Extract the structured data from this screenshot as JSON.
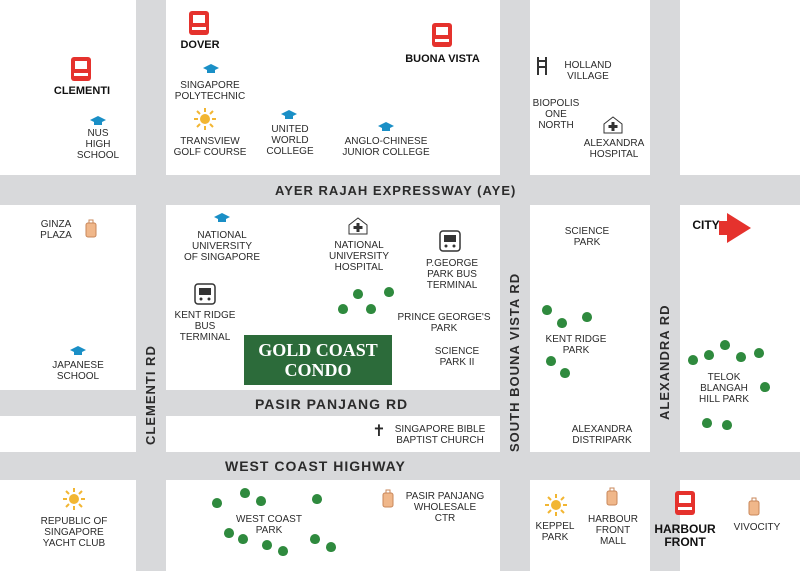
{
  "highlight": {
    "line1": "GOLD COAST",
    "line2": "CONDO",
    "color": "#2c6b3a"
  },
  "roads": {
    "aye": "AYER  RAJAH  EXPRESSWAY  (AYE)",
    "pasir_panjang": "PASIR PANJANG RD",
    "west_coast_hwy": "WEST COAST HIGHWAY",
    "clementi": "CLEMENTI RD",
    "south_buona_vista": "SOUTH BOUNA VISTA RD",
    "alexandra": "ALEXANDRA RD"
  },
  "mrt": {
    "dover": "DOVER",
    "buona_vista": "BUONA VISTA",
    "clementi": "CLEMENTI",
    "harbourfront": [
      "HARBOUR",
      "FRONT"
    ]
  },
  "city": {
    "label": "CITY",
    "arrow_color": "#e5322d"
  },
  "poi": {
    "polytechnic": [
      "SINGAPORE",
      "POLYTECHNIC"
    ],
    "nus_high": [
      "NUS",
      "HIGH",
      "SCHOOL"
    ],
    "transview": [
      "TRANSVIEW",
      "GOLF COURSE"
    ],
    "uwc": [
      "UNITED",
      "WORLD",
      "COLLEGE"
    ],
    "acjc": [
      "ANGLO-CHINESE",
      "JUNIOR COLLEGE"
    ],
    "holland": [
      "HOLLAND",
      "VILLAGE"
    ],
    "biopolis": [
      "BIOPOLIS",
      "ONE",
      "NORTH"
    ],
    "alex_hospital": [
      "ALEXANDRA",
      "HOSPITAL"
    ],
    "ginza": [
      "GINZA",
      "PLAZA"
    ],
    "nus": [
      "NATIONAL",
      "UNIVERSITY",
      "OF SINGAPORE"
    ],
    "nuh": [
      "NATIONAL",
      "UNIVERSITY",
      "HOSPITAL"
    ],
    "pgp_bus": [
      "P.GEORGE",
      "PARK BUS",
      "TERMINAL"
    ],
    "science_park": [
      "SCIENCE",
      "PARK"
    ],
    "kr_bus": [
      "KENT RIDGE",
      "BUS",
      "TERMINAL"
    ],
    "pgp": [
      "PRINCE GEORGE'S",
      "PARK"
    ],
    "science_park2": [
      "SCIENCE",
      "PARK II"
    ],
    "kr_park": [
      "KENT RIDGE",
      "PARK"
    ],
    "japanese": [
      "JAPANESE",
      "SCHOOL"
    ],
    "telok": [
      "TELOK",
      "BLANGAH",
      "HILL PARK"
    ],
    "cross": "✝",
    "church": [
      "SINGAPORE BIBLE",
      "BAPTIST CHURCH"
    ],
    "distripark": [
      "ALEXANDRA",
      "DISTRIPARK"
    ],
    "yacht": [
      "REPUBLIC OF",
      "SINGAPORE",
      "YACHT CLUB"
    ],
    "wcp": [
      "WEST COAST",
      "PARK"
    ],
    "ppwc": [
      "PASIR PANJANG",
      "WHOLESALE",
      "CTR"
    ],
    "keppel": [
      "KEPPEL",
      "PARK"
    ],
    "hf_mall": [
      "HARBOUR",
      "FRONT",
      "MALL"
    ],
    "vivocity": "VIVOCITY"
  },
  "colors": {
    "road": "#d8d9db",
    "mrt": "#e5322d",
    "school": "#1a8fc6",
    "tree": "#2f8a3e",
    "sun": "#f2b632"
  }
}
